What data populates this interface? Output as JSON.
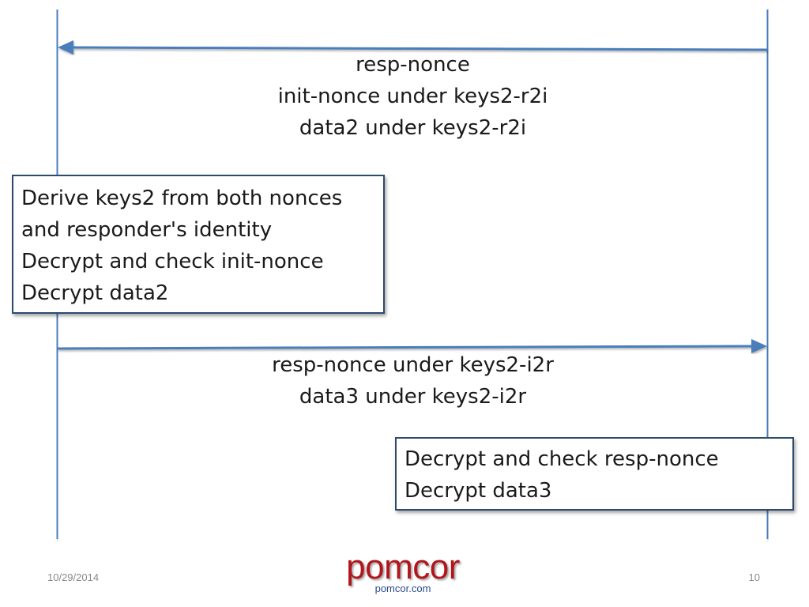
{
  "messages": [
    {
      "direction": "responder-to-initiator",
      "lines": [
        "resp-nonce",
        "init-nonce under keys2-r2i",
        "data2 under keys2-r2i"
      ]
    },
    {
      "direction": "initiator-to-responder",
      "lines": [
        "resp-nonce under keys2-i2r",
        "data3 under keys2-i2r"
      ]
    }
  ],
  "notes": [
    {
      "lines": [
        "Derive keys2 from both nonces",
        "and responder's identity",
        "Decrypt and check init-nonce",
        "Decrypt data2"
      ]
    },
    {
      "lines": [
        "Decrypt and check resp-nonce",
        "Decrypt data3"
      ]
    }
  ],
  "footer": {
    "date": "10/29/2014",
    "page_number": "10",
    "logo_text": "pomcor",
    "logo_url": "pomcor.com"
  },
  "colors": {
    "lifeline": "#4a7ebb",
    "arrow": "#4a7ebb",
    "note_border": "#2e4a6b",
    "logo_red": "#b0161b",
    "logo_blue": "#2b4a8c",
    "footer_text": "#8a8a8a"
  }
}
